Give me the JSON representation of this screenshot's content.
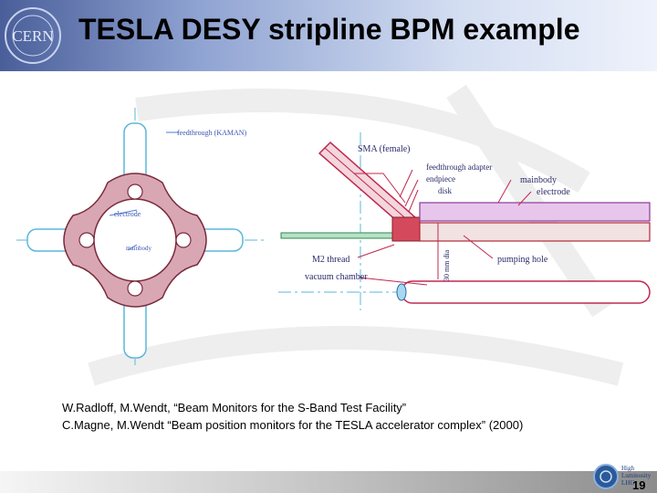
{
  "header": {
    "logo_text": "CERN",
    "title": "TESLA DESY stripline BPM example"
  },
  "diagram": {
    "left_labels": {
      "feedthrough": "feedthrough (KAMAN)",
      "electrode": "electrode",
      "mainbody": "mainbody"
    },
    "right_labels": {
      "sma": "SMA (female)",
      "adapter": "feedthrough adapter",
      "endpiece": "endpiece",
      "disk": "disk",
      "mainbody": "mainbody",
      "electrode": "electrode",
      "thread": "M2 thread",
      "vacuum": "vacuum chamber",
      "pumping": "pumping hole",
      "dia": "30 mm dia"
    }
  },
  "references": [
    "W.Radloff, M.Wendt, “Beam Monitors for the S-Band Test Facility”",
    "C.Magne, M.Wendt “Beam position monitors for the TESLA accelerator complex” (2000)"
  ],
  "footer": {
    "logo_line1": "High",
    "logo_line2": "Luminosity",
    "logo_line3": "LHC",
    "page_number": "19"
  }
}
